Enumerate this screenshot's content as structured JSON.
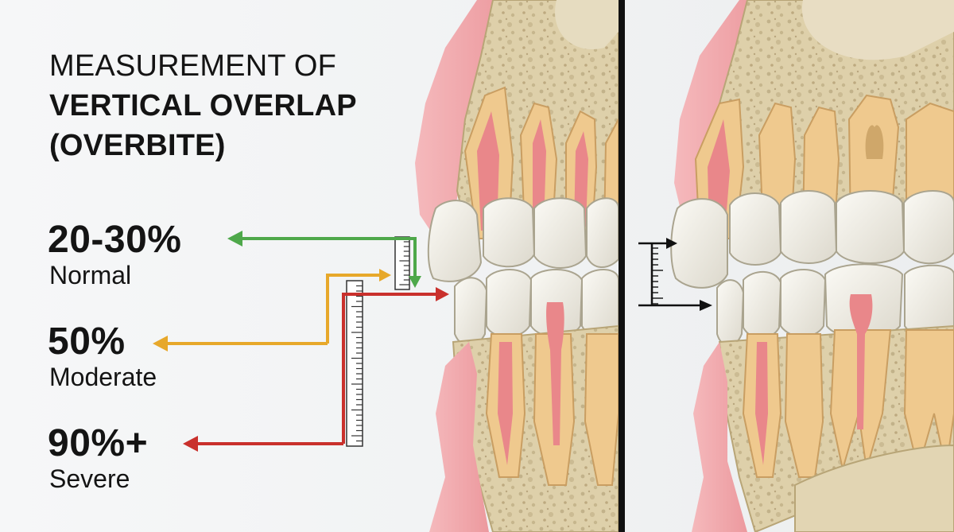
{
  "title": {
    "line1": "MEASUREMENT OF",
    "line2": "VERTICAL OVERLAP",
    "line3": "(OVERBITE)"
  },
  "grades": [
    {
      "percent": "20-30%",
      "label": "Normal",
      "color": "#4ea84a"
    },
    {
      "percent": "50%",
      "label": "Moderate",
      "color": "#e7a82a"
    },
    {
      "percent": "90%+",
      "label": "Severe",
      "color": "#c9302c"
    }
  ],
  "colors": {
    "background": "#f4f5f6",
    "gum": "#f0a7ab",
    "bone": "#e3d6b4",
    "enamel": "#f3f1ea",
    "pulp": "#e5838a",
    "divider": "#111111"
  }
}
